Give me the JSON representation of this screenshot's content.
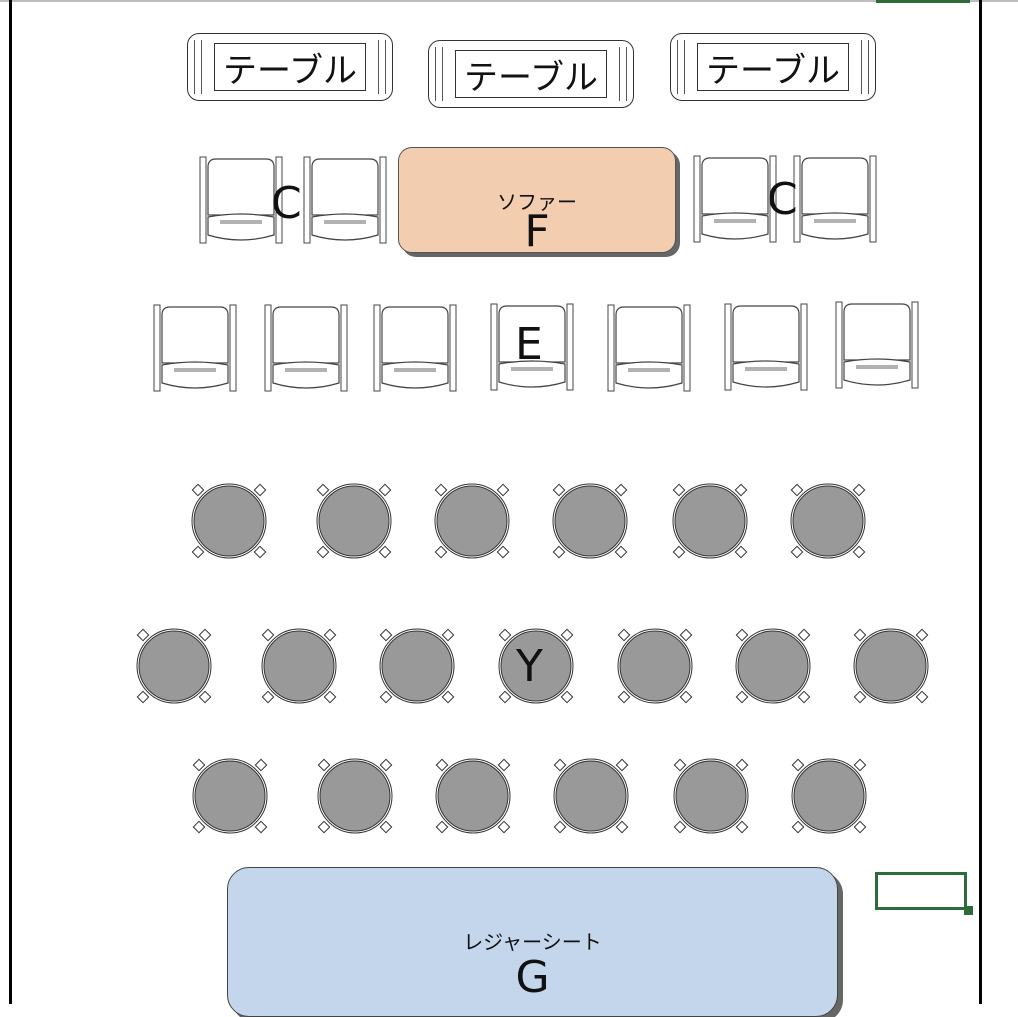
{
  "tables": [
    {
      "label": "テーブル"
    },
    {
      "label": "テーブル"
    },
    {
      "label": "テーブル"
    }
  ],
  "sofa": {
    "label": "ソファー",
    "letter": "F"
  },
  "zones": {
    "c_left": "C",
    "c_right": "C",
    "e": "E",
    "y": "Y"
  },
  "mat": {
    "label": "レジャーシート",
    "letter": "G"
  },
  "colors": {
    "sofa": "#f2cdb0",
    "mat": "#c3d6ec",
    "stool": "#999999",
    "selection": "#2e6b3a"
  }
}
